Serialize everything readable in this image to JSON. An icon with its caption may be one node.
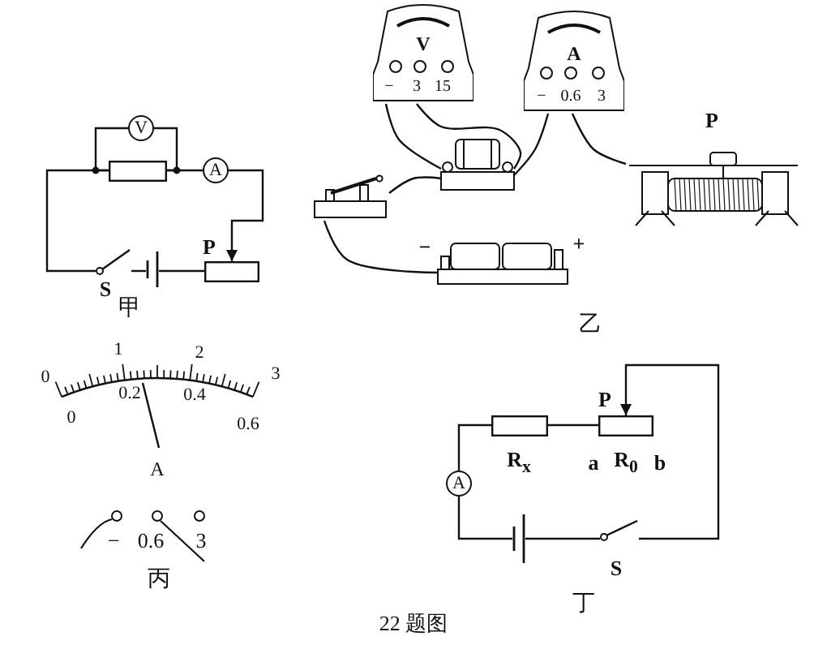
{
  "diagram": {
    "caption": "22 题图",
    "nodes": [
      {
        "text": [
          "V"
        ]
      },
      {
        "text": [],
        "shape": "box"
      },
      {
        "text": [
          "A"
        ]
      },
      {
        "text": [],
        "shape": "box",
        "beside": [
          "P"
        ]
      },
      {
        "text": [],
        "shape": "battery"
      },
      {
        "text": [],
        "shape": "switch",
        "beside": [
          "S"
        ]
      },
      {
        "text": [
          "V",
          "−",
          "3",
          "15"
        ]
      },
      {
        "text": [
          "A",
          "−",
          "0.6",
          "3"
        ]
      },
      {
        "text": [],
        "shape": "picture"
      },
      {
        "text": [],
        "shape": "picture"
      },
      {
        "text": [],
        "shape": "picture",
        "beside": [
          "−",
          "+"
        ]
      },
      {
        "text": [],
        "shape": "picture",
        "beside": [
          "P"
        ]
      },
      {
        "text": [],
        "shape": "box",
        "beside": [
          "R$_{x}$"
        ]
      },
      {
        "text": [],
        "shape": "box",
        "beside": [
          "P",
          "a",
          "R$_{0}$",
          "b"
        ]
      },
      {
        "text": [
          "A"
        ]
      },
      {
        "text": [],
        "shape": "battery"
      },
      {
        "text": [],
        "shape": "switch",
        "beside": [
          "S"
        ]
      }
    ],
    "edges": [
      {
        "from": 0,
        "to": 1,
        "arrow": "none"
      },
      {
        "from": 0,
        "to": 1,
        "arrow": "none"
      },
      {
        "from": 1,
        "to": 2,
        "arrow": "none"
      },
      {
        "from": 2,
        "to": 3,
        "arrow": "to"
      },
      {
        "from": 3,
        "to": 4,
        "arrow": "none"
      },
      {
        "from": 4,
        "to": 5,
        "arrow": "none"
      },
      {
        "from": 5,
        "to": 1,
        "arrow": "none"
      },
      {
        "from": 6,
        "to": 8,
        "arrow": "none"
      },
      {
        "from": 6,
        "to": 8,
        "arrow": "none"
      },
      {
        "from": 7,
        "to": 8,
        "arrow": "none"
      },
      {
        "from": 7,
        "to": 11,
        "arrow": "none"
      },
      {
        "from": 8,
        "to": 9,
        "arrow": "none"
      },
      {
        "from": 9,
        "to": 10,
        "arrow": "none"
      },
      {
        "from": 12,
        "to": 13,
        "arrow": "none"
      },
      {
        "from": 16,
        "to": 13,
        "arrow": "to"
      },
      {
        "from": 15,
        "to": 16,
        "arrow": "none"
      },
      {
        "from": 15,
        "to": 14,
        "arrow": "none"
      },
      {
        "from": 14,
        "to": 12,
        "arrow": "none"
      }
    ],
    "labels": [
      "甲",
      "乙",
      "0",
      "1",
      "2",
      "3",
      "0",
      "0.2",
      "0.4",
      "0.6",
      "A",
      "−",
      "0.6",
      "3",
      "丙",
      "丁"
    ]
  }
}
